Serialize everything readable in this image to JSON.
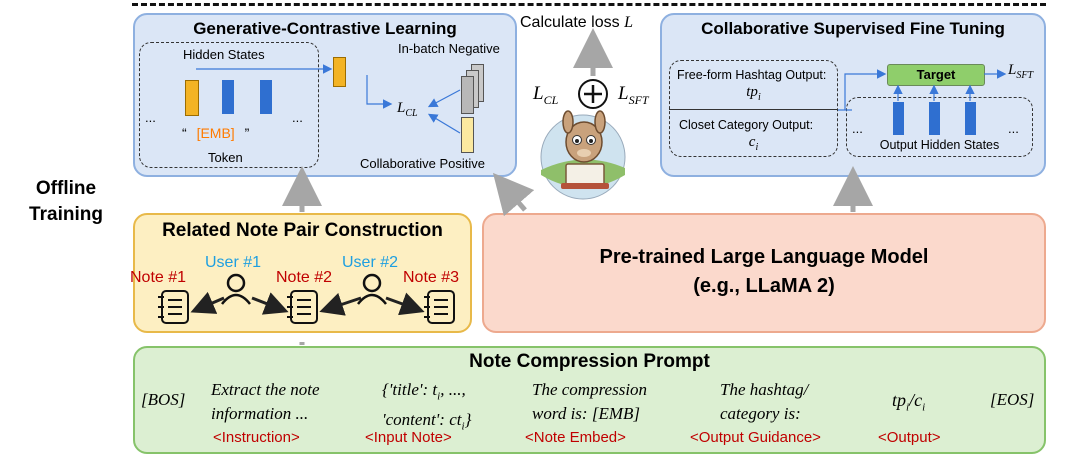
{
  "gcl": {
    "title": "Generative-Contrastive Learning",
    "hidden_states": "Hidden States",
    "ellipsis": "...",
    "token_prefix": "“",
    "token_emb": "[EMB]",
    "token_suffix": "”",
    "token_label": "Token",
    "in_batch_negative": "In-batch Negative",
    "loss_label": "L",
    "loss_sub": "CL",
    "collab_positive": "Collaborative Positive"
  },
  "center": {
    "calc_loss": "Calculate loss",
    "calc_loss_var": "L",
    "l_cl": "L",
    "l_cl_sub": "CL",
    "plus": "+",
    "l_sft": "L",
    "l_sft_sub": "SFT"
  },
  "csft": {
    "title": "Collaborative Supervised Fine Tuning",
    "hashtag_output": "Free-form Hashtag Output:",
    "hashtag_var": "tp",
    "hashtag_sub": "i",
    "category_output": "Closet Category Output:",
    "category_var": "c",
    "category_sub": "i",
    "target": "Target",
    "loss_label": "L",
    "loss_sub": "SFT",
    "ellipsis": "...",
    "output_hidden_states": "Output Hidden States"
  },
  "offline_training": [
    "Offline",
    "Training"
  ],
  "rnpc": {
    "title": "Related Note Pair Construction",
    "note1": "Note #1",
    "user1": "User #1",
    "note2": "Note #2",
    "user2": "User #2",
    "note3": "Note #3"
  },
  "llm": {
    "line1": "Pre-trained Large Language Model",
    "line2": "(e.g., LLaMA 2)"
  },
  "ncp": {
    "title": "Note Compression Prompt",
    "bos": "[BOS]",
    "instruction_text": [
      "Extract the note",
      "information ..."
    ],
    "input_note_text": [
      "{'title': t",
      "i",
      ", ...,",
      "'content': ct",
      "i",
      "}"
    ],
    "note_embed_text": [
      "The compression",
      "word is: [EMB]"
    ],
    "output_guidance_text": [
      "The hashtag/",
      "category is:"
    ],
    "output_text": [
      "tp",
      "i",
      "/c",
      "i"
    ],
    "eos": "[EOS]",
    "labels": [
      "<Instruction>",
      "<Input Note>",
      "<Note Embed>",
      "<Output Guidance>",
      "<Output>"
    ]
  },
  "colors": {
    "blue_panel": "#dbe6f6",
    "blue_border": "#8eb0e0",
    "yellow_panel": "#fdefc2",
    "yellow_border": "#e8b949",
    "salmon_panel": "#fbd9cc",
    "salmon_border": "#eda98e",
    "green_panel": "#dcefd2",
    "green_border": "#86c36a",
    "bar_blue": "#2f6fd0",
    "bar_yellow": "#f3b324",
    "target_green": "#8fce6b",
    "label_red": "#c00000",
    "user_blue": "#1e9fe0",
    "emb_orange": "#ff7b00"
  },
  "icons": [
    "person-icon",
    "notebook-icon",
    "llama-mascot-icon",
    "plus-circle-icon"
  ]
}
